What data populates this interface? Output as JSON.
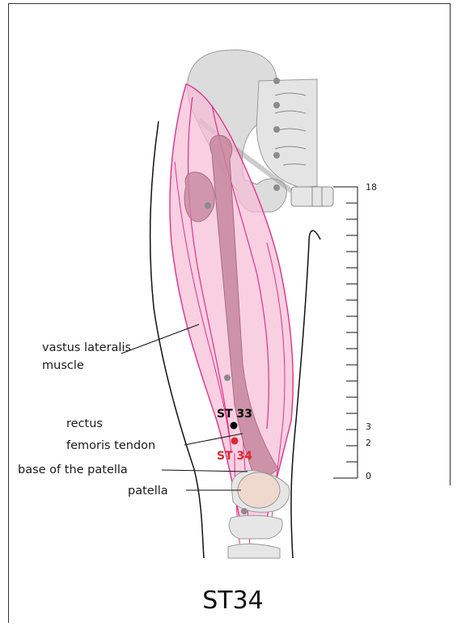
{
  "title": "ST34",
  "labels": {
    "vastus_line1": "vastus lateralis",
    "vastus_line2": "muscle",
    "rectus_line1": "rectus",
    "rectus_line2": "femoris tendon",
    "base_patella": "base of the patella",
    "patella": "patella"
  },
  "points": {
    "st33": {
      "label": "ST 33",
      "color": "#000000"
    },
    "st34": {
      "label": "ST 34",
      "color": "#e1262d"
    }
  },
  "scale": {
    "top": "18",
    "mark3": "3",
    "mark2": "2",
    "zero": "0"
  },
  "colors": {
    "muscle_fill": "#f7bcd6",
    "muscle_stroke": "#e0318a",
    "bone_fill": "#d9d9d9",
    "femur_fill": "#c6879e",
    "accent_red": "#e1262d"
  }
}
